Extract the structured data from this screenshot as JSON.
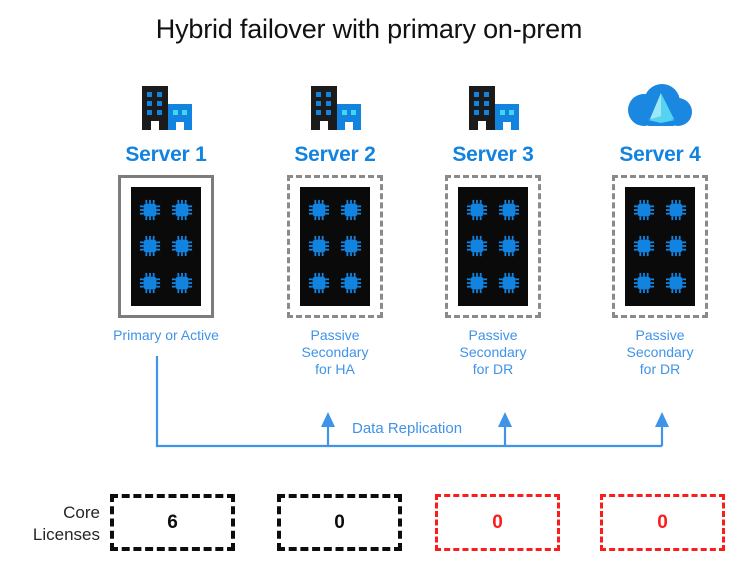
{
  "title": "Hybrid failover with primary on-prem",
  "colors": {
    "accent_blue": "#1383e0",
    "caption_blue": "#3f93e8",
    "chip_blue": "#1383e0",
    "rack_black": "#0a0a0a",
    "solid_border_gray": "#7c7c7c",
    "dashed_border_gray": "#8a8a8a",
    "license_black": "#0d0d0d",
    "license_red": "#fb1c1c",
    "azure_cloud_blue": "#1a87e0",
    "azure_logo_light": "#55d3f0"
  },
  "servers": [
    {
      "name": "Server 1",
      "icon": "on-prem-building-icon",
      "border_style": "solid",
      "cores": 6,
      "role": "Primary or Active",
      "role_lines": [
        "Primary or Active"
      ]
    },
    {
      "name": "Server 2",
      "icon": "on-prem-building-icon",
      "border_style": "dashed",
      "cores": 6,
      "role": "Passive\nSecondary\nfor HA",
      "role_lines": [
        "Passive",
        "Secondary",
        "for HA"
      ]
    },
    {
      "name": "Server 3",
      "icon": "on-prem-building-icon",
      "border_style": "dashed",
      "cores": 6,
      "role": "Passive\nSecondary\nfor DR",
      "role_lines": [
        "Passive",
        "Secondary",
        "for DR"
      ]
    },
    {
      "name": "Server 4",
      "icon": "azure-cloud-icon",
      "border_style": "dashed",
      "cores": 6,
      "role": "Passive\nSecondary\nfor DR",
      "role_lines": [
        "Passive",
        "Secondary",
        "for DR"
      ]
    }
  ],
  "replication": {
    "label": "Data Replication",
    "source": "Server 1",
    "targets": [
      "Server 2",
      "Server 3",
      "Server 4"
    ],
    "arrow_color": "#3f93e8"
  },
  "core_licenses": {
    "label": "Core\nLicenses",
    "label_lines": [
      "Core",
      "Licenses"
    ],
    "values": [
      {
        "value": "6",
        "style": "black"
      },
      {
        "value": "0",
        "style": "black"
      },
      {
        "value": "0",
        "style": "red"
      },
      {
        "value": "0",
        "style": "red"
      }
    ]
  }
}
